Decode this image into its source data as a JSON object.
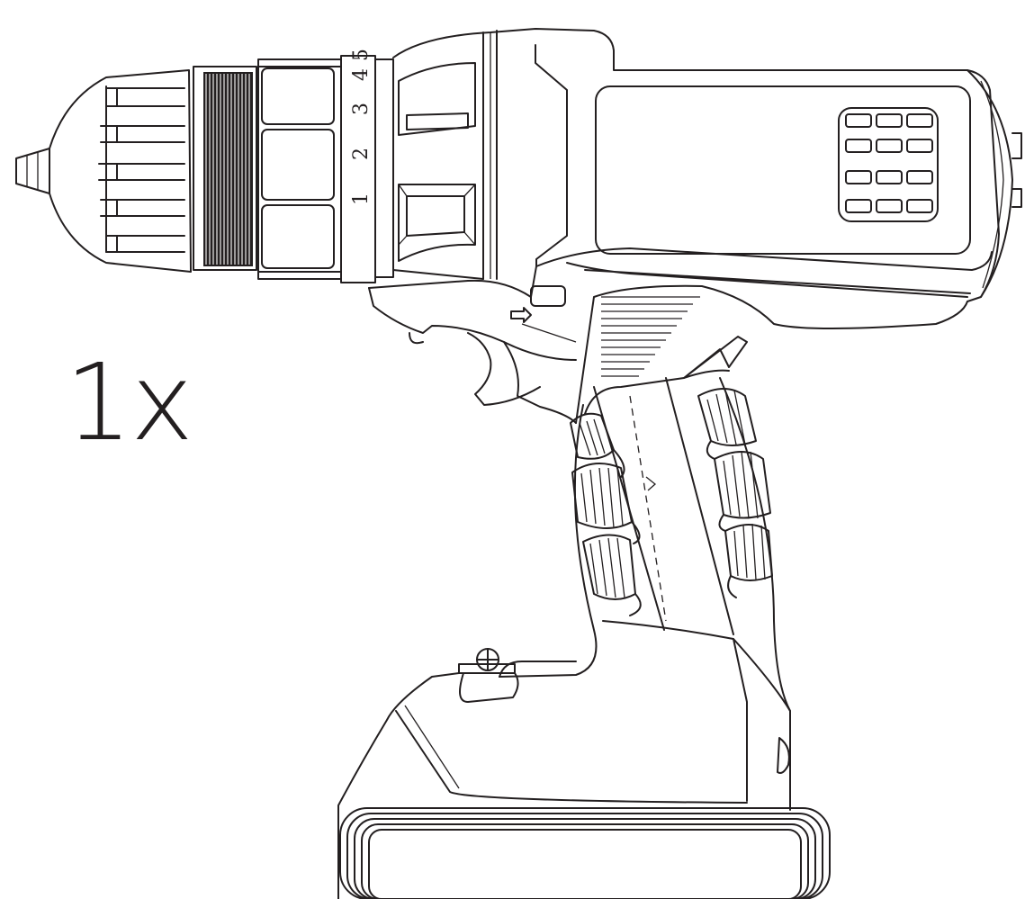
{
  "figure": {
    "quantity_label": "1x",
    "clutch_scale": [
      "1",
      "2",
      "3",
      "4",
      "5"
    ]
  }
}
